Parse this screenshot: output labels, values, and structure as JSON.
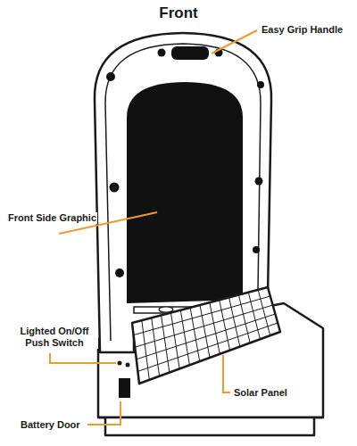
{
  "diagram": {
    "title": "Front",
    "labels": [
      "Easy Grip Handle",
      "Front Side Graphic",
      "Lighted On/Off Push Switch",
      "Solar Panel",
      "Battery Door"
    ]
  }
}
